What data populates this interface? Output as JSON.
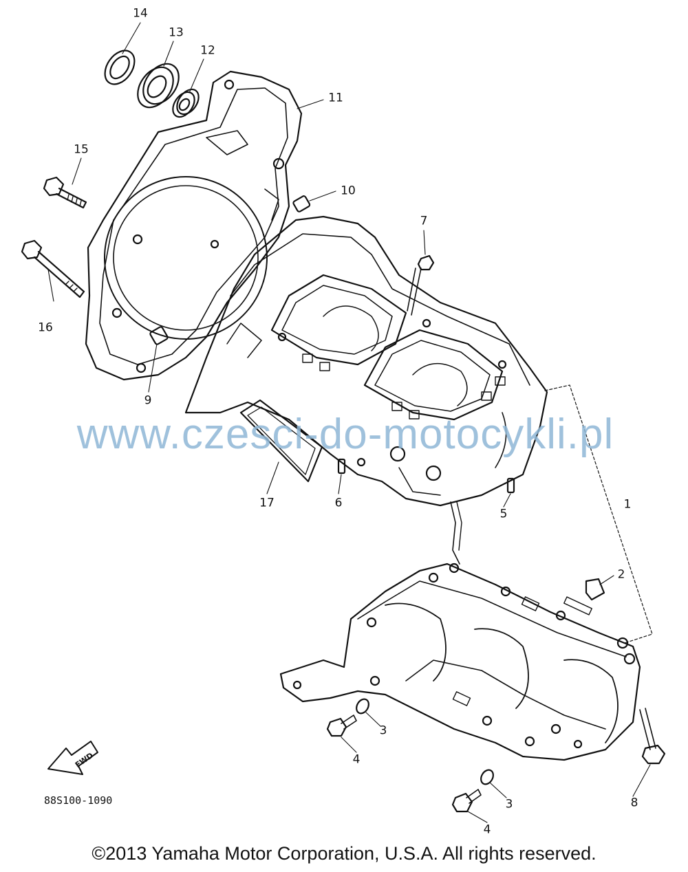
{
  "callouts": {
    "c1": "1",
    "c2": "2",
    "c3a": "3",
    "c3b": "3",
    "c4a": "4",
    "c4b": "4",
    "c5": "5",
    "c6": "6",
    "c7": "7",
    "c8": "8",
    "c9": "9",
    "c10": "10",
    "c11": "11",
    "c12": "12",
    "c13": "13",
    "c14": "14",
    "c15": "15",
    "c16": "16",
    "c17": "17"
  },
  "fwd_label": "FWD",
  "diagram_code": "88S100-1090",
  "watermark": "www.czesci-do-motocykli.pl",
  "copyright": "©2013 Yamaha Motor Corporation, U.S.A. All rights reserved."
}
